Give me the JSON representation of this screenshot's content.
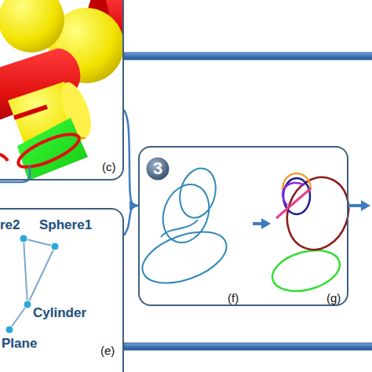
{
  "diagram": {
    "nodes": [
      {
        "text": [
          "(c)"
        ]
      },
      {
        "text": [
          "(f)",
          "(g)"
        ]
      },
      {
        "text": [
          "3"
        ],
        "in": 1
      },
      {
        "text": [
          "(e)"
        ]
      }
    ],
    "edges": [
      {
        "from": 0,
        "to": 1,
        "arrow": "to"
      },
      {
        "from": 3,
        "to": 1,
        "arrow": "to"
      }
    ],
    "labels": [
      "re2",
      "Sphere1",
      "Cylinder",
      "Plane"
    ]
  }
}
